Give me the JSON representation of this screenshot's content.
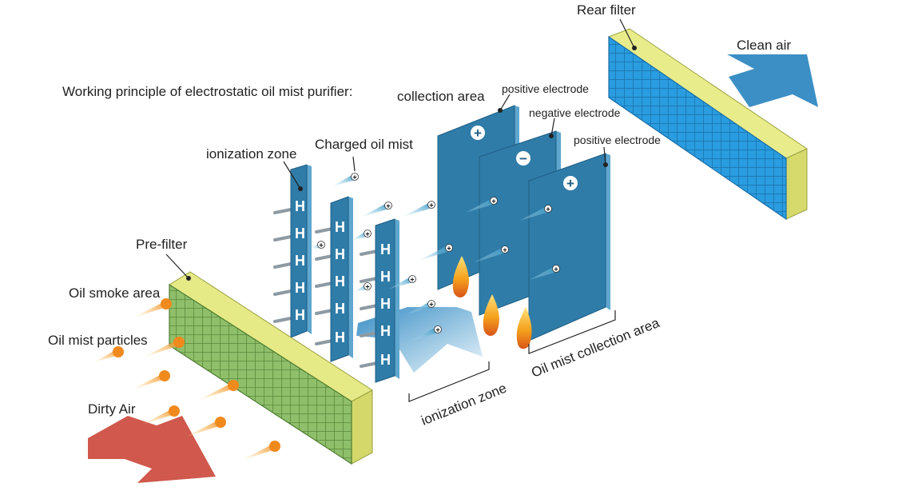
{
  "labels": {
    "title": "Working principle of electrostatic oil mist purifier:",
    "rear_filter": "Rear filter",
    "clean_air": "Clean air",
    "collection_area": "collection area",
    "positive_electrode_1": "positive electrode",
    "negative_electrode": "negative electrode",
    "positive_electrode_2": "positive electrode",
    "charged_oil_mist": "Charged oil mist",
    "ionization_zone_top": "ionization zone",
    "pre_filter": "Pre-filter",
    "oil_smoke_area": "Oil smoke area",
    "oil_mist_particles": "Oil mist particles",
    "dirty_air": "Dirty Air",
    "ionization_zone_bottom": "ionization zone",
    "oil_mist_collection_area": "Oil mist collection area"
  },
  "symbols": {
    "plus": "+",
    "minus": "−",
    "ion": "H"
  },
  "colors": {
    "plate_blue": "#2f7ca8",
    "plate_side": "#5fa7cf",
    "rear_filter_grid": "#2a9ce0",
    "rear_filter_frame": "#e9ec8a",
    "pre_filter_grid": "#8fbf6a",
    "pre_filter_frame": "#e6ea86",
    "dirty_air_arrow": "#d0584c",
    "clean_air_arrow": "#3b8fc4",
    "flame_orange": "#f2a21c"
  }
}
